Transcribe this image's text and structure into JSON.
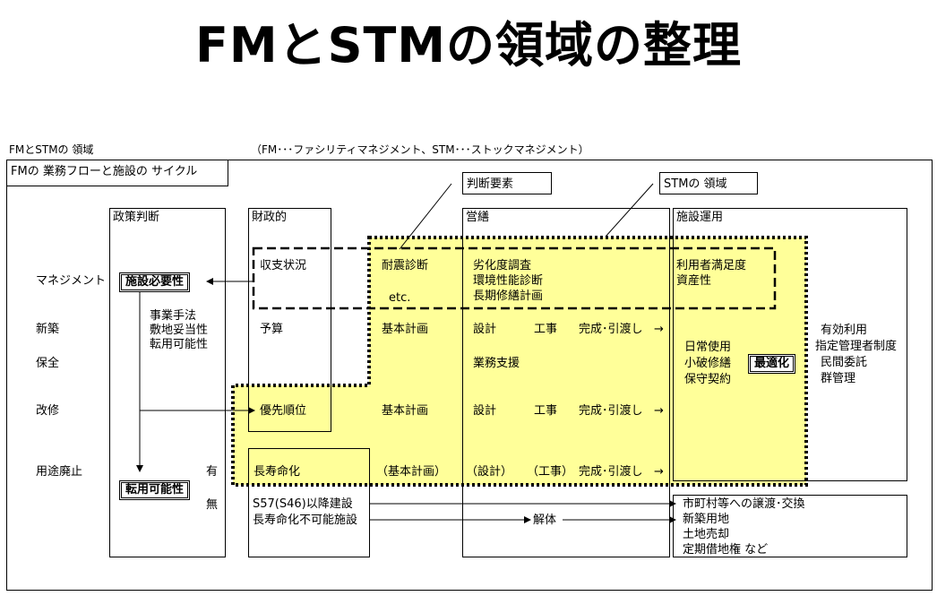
{
  "title": "FMとSTMの領域の整理",
  "header": {
    "left": "FMとSTMの 領域",
    "note": "（FM･･･ファシリティマネジメント、STM･･･ストックマネジメント）"
  },
  "frame_label": "FMの 業務フローと施設の サイクル",
  "callouts": {
    "judgment": "判断要素",
    "stm_area": "STMの 領域"
  },
  "columns": {
    "policy": "政策判断",
    "finance": "財政的",
    "construction": "営繕",
    "operation": "施設運用"
  },
  "rows": {
    "management": "マネジメント",
    "new": "新築",
    "maintenance": "保全",
    "renovation": "改修",
    "abolition": "用途廃止"
  },
  "policy": {
    "necessity": "施設必要性",
    "method": [
      "事業手法",
      "敷地妥当性",
      "転用可能性"
    ],
    "convertibility": "転用可能性",
    "yes": "有",
    "no": "無"
  },
  "finance": {
    "balance": "収支状況",
    "budget": "予算",
    "priority": "優先順位",
    "longevity": "長寿命化"
  },
  "construction": {
    "seismic": "耐震診断",
    "etc": "etc.",
    "mgmt_items": [
      "劣化度調査",
      "環境性能診断",
      "長期修繕計画"
    ],
    "basic_plan": "基本計画",
    "basic_plan_paren": "（基本計画）",
    "design": "設計",
    "design_paren": "（設計）",
    "works": "工事",
    "works_paren": "（工事）",
    "completion": "完成･引渡し",
    "arrow": "→",
    "support": "業務支援"
  },
  "operation": {
    "mgmt_items": [
      "利用者満足度",
      "資産性"
    ],
    "daily": [
      "日常使用",
      "小破修繕",
      "保守契約"
    ],
    "optimize": "最適化",
    "effective": [
      "有効利用",
      "指定管理者制度",
      "民間委託",
      "群管理"
    ],
    "disposal": [
      "市町村等への譲渡･交換",
      "新築用地",
      "土地売却",
      "定期借地権 など"
    ]
  },
  "abolition_flow": {
    "s57": "S57(S46)以降建設",
    "impossible": "長寿命化不可能施設",
    "demolish": "解体"
  },
  "colors": {
    "stm_fill": "#ffff99",
    "line": "#000000"
  }
}
